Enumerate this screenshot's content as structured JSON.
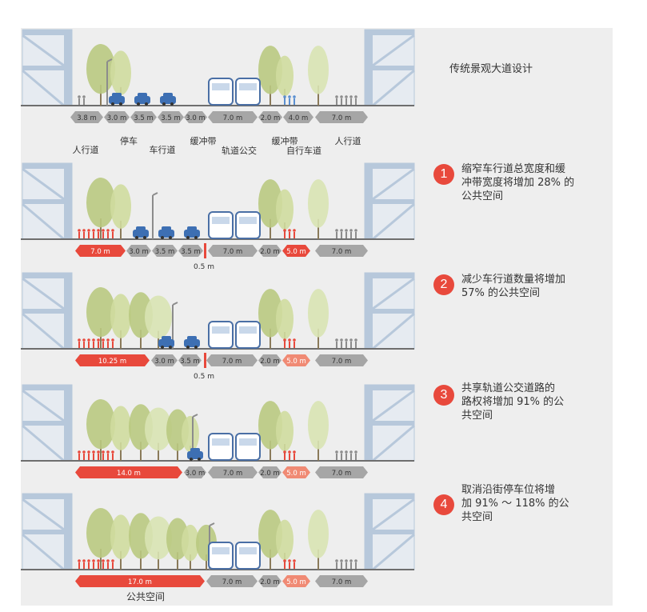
{
  "title": "传统景观大道设计",
  "colors": {
    "accent": "#e8493c",
    "accent_light": "#f08a74",
    "lane_gray": "#a6a6a6",
    "tree": "#b9c981",
    "building": "#b7c8db",
    "car": "#3d6fb3"
  },
  "sections": [
    {
      "segments": [
        {
          "label": "3.8 m",
          "color": "gray"
        },
        {
          "label": "3.0 m",
          "color": "gray"
        },
        {
          "label": "3.5 m",
          "color": "gray"
        },
        {
          "label": "3.5 m",
          "color": "gray"
        },
        {
          "label": "3.0 m",
          "color": "gray"
        },
        {
          "label": "7.0 m",
          "color": "gray"
        },
        {
          "label": "2.0 m",
          "color": "gray"
        },
        {
          "label": "4.0 m",
          "color": "gray"
        },
        {
          "label": "7.0 m",
          "color": "gray"
        }
      ],
      "names": [
        "人行道",
        "停车",
        "车行道",
        "缓冲带",
        "轨道公交",
        "缓冲带",
        "自行车道",
        "人行道"
      ]
    },
    {
      "badge": "1",
      "caption": [
        "缩窄车行道总宽度和缓",
        "冲带宽度将增加 28% 的",
        "公共空间"
      ],
      "segments": [
        {
          "label": "7.0 m",
          "color": "red"
        },
        {
          "label": "3.0 m",
          "color": "gray"
        },
        {
          "label": "3.5 m",
          "color": "gray"
        },
        {
          "label": "3.5 m",
          "color": "gray"
        },
        {
          "label": "7.0 m",
          "color": "gray"
        },
        {
          "label": "2.0 m",
          "color": "gray"
        },
        {
          "label": "5.0 m",
          "color": "red"
        },
        {
          "label": "7.0 m",
          "color": "gray"
        }
      ],
      "note": "0.5 m"
    },
    {
      "badge": "2",
      "caption": [
        "减少车行道数量将增加",
        "57% 的公共空间"
      ],
      "segments": [
        {
          "label": "10.25 m",
          "color": "red"
        },
        {
          "label": "3.0 m",
          "color": "gray"
        },
        {
          "label": "3.5 m",
          "color": "gray"
        },
        {
          "label": "7.0 m",
          "color": "gray"
        },
        {
          "label": "2.0 m",
          "color": "gray"
        },
        {
          "label": "5.0 m",
          "color": "light"
        },
        {
          "label": "7.0 m",
          "color": "gray"
        }
      ],
      "note": "0.5 m"
    },
    {
      "badge": "3",
      "caption": [
        "共享轨道公交道路的",
        "路权将增加 91% 的公",
        "共空间"
      ],
      "segments": [
        {
          "label": "14.0 m",
          "color": "red"
        },
        {
          "label": "3.0 m",
          "color": "gray"
        },
        {
          "label": "7.0 m",
          "color": "gray"
        },
        {
          "label": "2.0 m",
          "color": "gray"
        },
        {
          "label": "5.0 m",
          "color": "light"
        },
        {
          "label": "7.0 m",
          "color": "gray"
        }
      ]
    },
    {
      "badge": "4",
      "caption": [
        "取消沿街停车位将增",
        "加 91% ～ 118% 的公",
        "共空间"
      ],
      "segments": [
        {
          "label": "17.0 m",
          "color": "red"
        },
        {
          "label": "7.0 m",
          "color": "gray"
        },
        {
          "label": "2.0 m",
          "color": "gray"
        },
        {
          "label": "5.0 m",
          "color": "light"
        },
        {
          "label": "7.0 m",
          "color": "gray"
        }
      ],
      "bottom_label": "公共空间"
    }
  ]
}
